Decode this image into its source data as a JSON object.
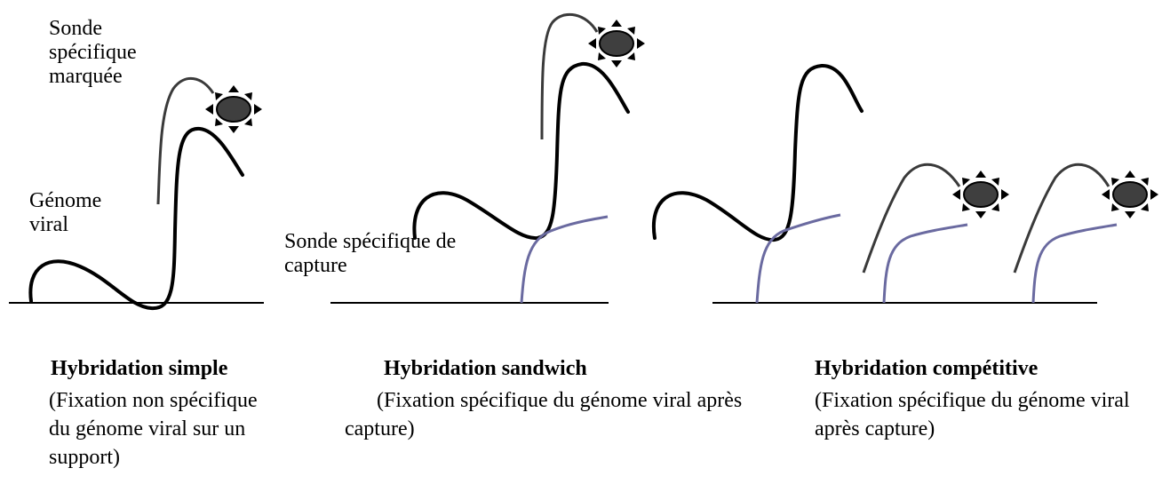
{
  "labels": {
    "probe_labeled": "Sonde\nspécifique\nmarquée",
    "viral_genome": "Génome\nviral",
    "capture_probe": "Sonde spécifique de\ncapture"
  },
  "panels": [
    {
      "title": "Hybridation simple",
      "caption": "(Fixation non spécifique du génome viral sur un support)"
    },
    {
      "title": "Hybridation sandwich",
      "caption": "(Fixation spécifique du génome viral après capture)"
    },
    {
      "title": "Hybridation compétitive",
      "caption": "(Fixation spécifique du génome viral après capture)"
    }
  ],
  "colors": {
    "genome": "#000000",
    "labeled_probe": "#3a3a3a",
    "capture_probe": "#6a6aa0",
    "label_fill": "#3f3f3f"
  },
  "icons": [
    "sun-label-icon"
  ]
}
